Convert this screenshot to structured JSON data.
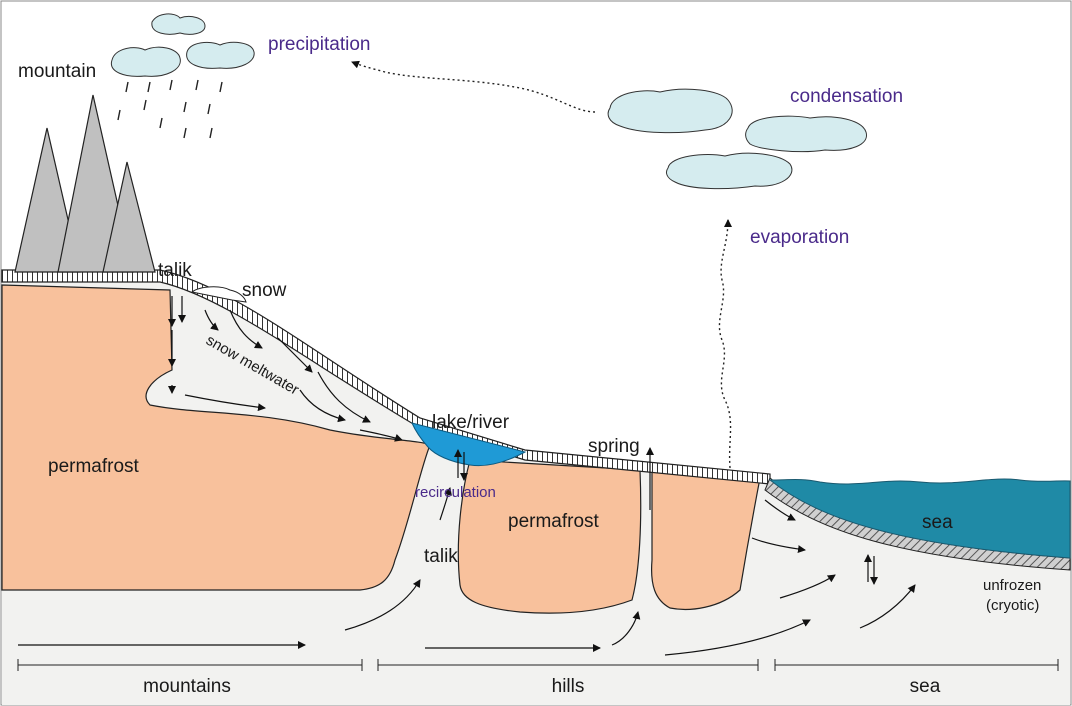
{
  "labels": {
    "mountain": "mountain",
    "precipitation": "precipitation",
    "condensation": "condensation",
    "evaporation": "evaporation",
    "talik_top": "talik",
    "snow": "snow",
    "snow_meltwater": "snow meltwater",
    "lake_river": "lake/river",
    "spring": "spring",
    "permafrost_left": "permafrost",
    "permafrost_mid": "permafrost",
    "recirculation": "recirculation",
    "talik_mid": "talik",
    "sea_label": "sea",
    "unfrozen": "unfrozen",
    "cryotic": "(cryotic)"
  },
  "scale": {
    "mountains": "mountains",
    "hills": "hills",
    "sea": "sea"
  },
  "colors": {
    "permafrost": "#f8c19c",
    "ground": "#f2f2f0",
    "cloud": "#d5ecef",
    "mountain": "#c0c0c0",
    "lake": "#1f9ad6",
    "sea": "#1f8aa6",
    "label_purple": "#4a2a8a"
  }
}
